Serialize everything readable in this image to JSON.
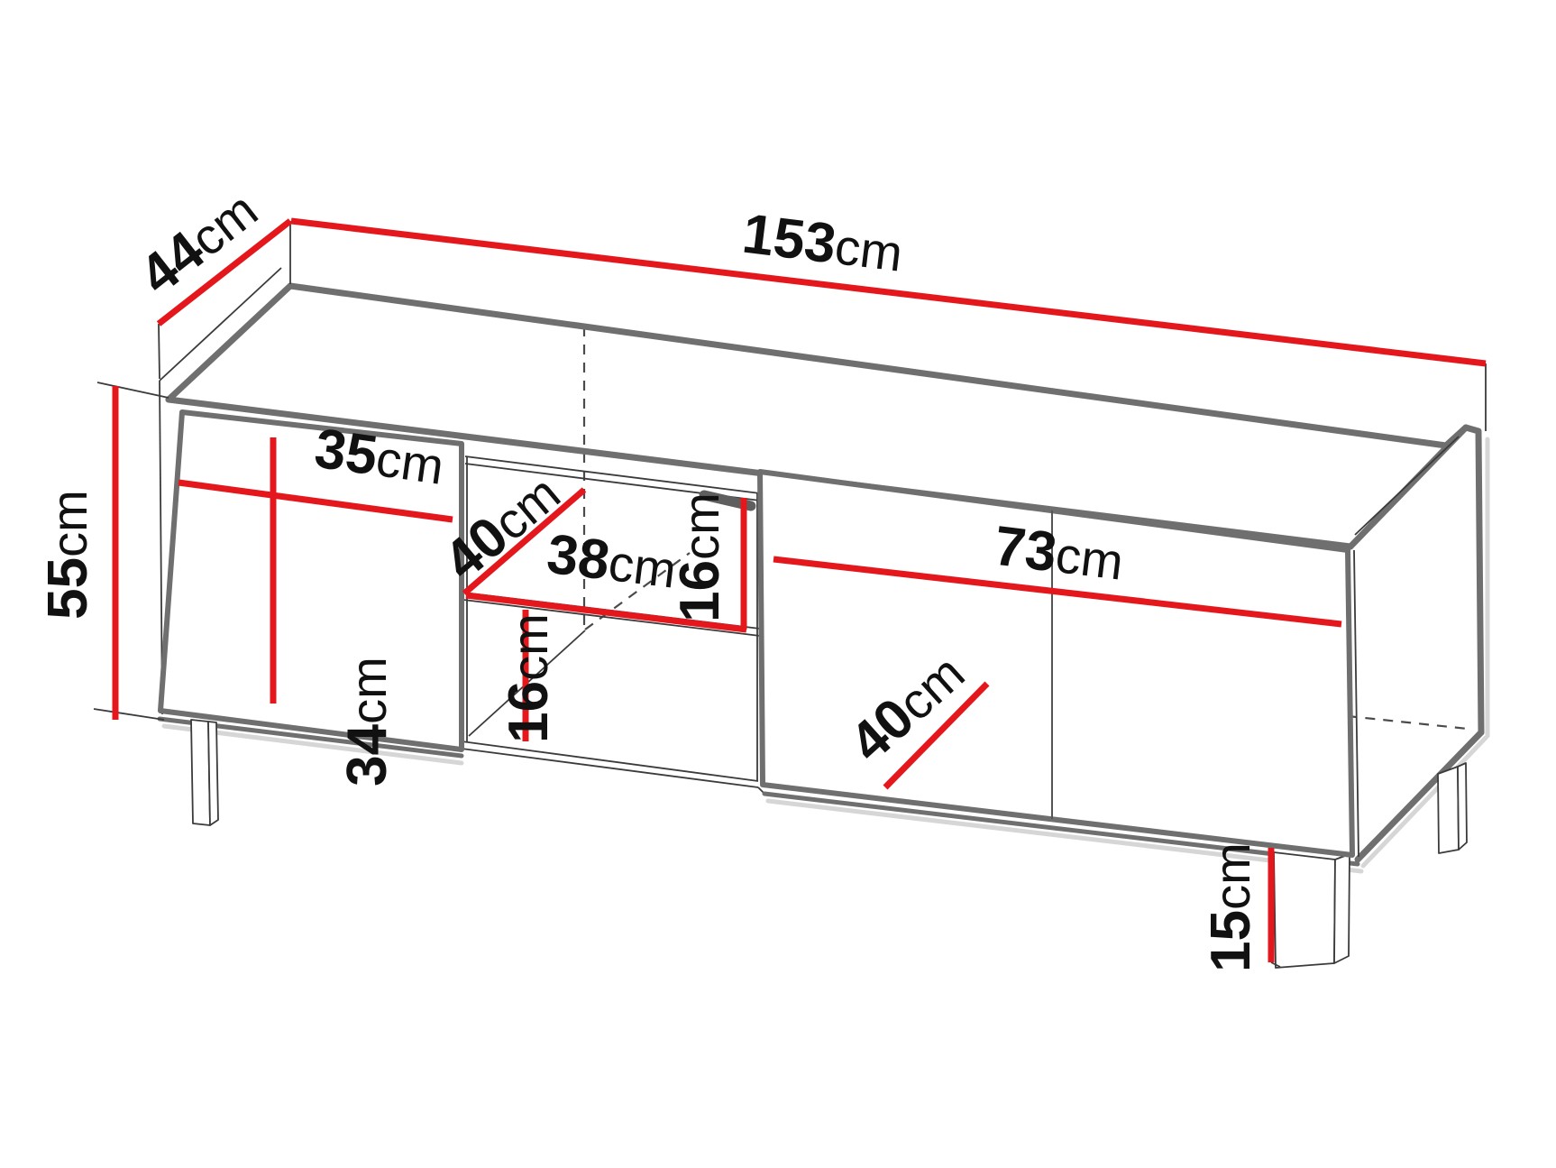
{
  "diagram": {
    "type": "furniture-dimension-drawing",
    "subject": "TV cabinet with two doors, open middle shelf niche and four legs",
    "unit": "cm",
    "colors": {
      "dimension_line": "#e4181c",
      "outline": "#6f6f6f",
      "hidden_line": "#4a4a4a",
      "text": "#111111",
      "background": "#ffffff"
    },
    "dimensions": {
      "total_width": {
        "num": "153",
        "unit": "cm"
      },
      "total_depth": {
        "num": "44",
        "unit": "cm"
      },
      "total_height": {
        "num": "55",
        "unit": "cm"
      },
      "left_compartment_width": {
        "num": "35",
        "unit": "cm"
      },
      "left_compartment_height": {
        "num": "34",
        "unit": "cm"
      },
      "shelf_depth": {
        "num": "40",
        "unit": "cm"
      },
      "niche_width": {
        "num": "38",
        "unit": "cm"
      },
      "niche_top_height": {
        "num": "16",
        "unit": "cm"
      },
      "niche_bottom_height": {
        "num": "16",
        "unit": "cm"
      },
      "right_compartment_width": {
        "num": "73",
        "unit": "cm"
      },
      "right_compartment_depth": {
        "num": "40",
        "unit": "cm"
      },
      "leg_height": {
        "num": "15",
        "unit": "cm"
      }
    }
  }
}
